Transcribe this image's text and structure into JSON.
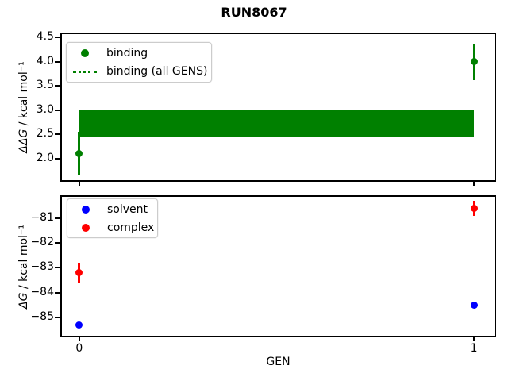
{
  "title": "RUN8067",
  "colors": {
    "binding_green": "#008000",
    "solvent_blue": "#0000ff",
    "complex_red": "#ff0000",
    "axis_black": "#000000",
    "legend_border": "#cccccc"
  },
  "legend_top": {
    "items": [
      {
        "label": "binding",
        "icon": "dot",
        "color": "#008000"
      },
      {
        "label": "binding (all GENS)",
        "icon": "dotted-line",
        "color": "#008000"
      }
    ]
  },
  "legend_bottom": {
    "items": [
      {
        "label": "solvent",
        "icon": "dot",
        "color": "#0000ff"
      },
      {
        "label": "complex",
        "icon": "dot",
        "color": "#ff0000"
      }
    ]
  },
  "chart_data": [
    {
      "type": "scatter",
      "title": "RUN8067",
      "ylabel": "ΔΔG / kcal mol⁻¹",
      "ylabel_math": "ΔΔG",
      "ylabel_rest": " / kcal mol⁻¹",
      "xlabel": "",
      "xlim": [
        -0.044,
        1.052
      ],
      "ylim": [
        1.55,
        4.57
      ],
      "grid": false,
      "legend_position": "upper left",
      "yticks": {
        "values": [
          2.0,
          2.5,
          3.0,
          3.5,
          4.0,
          4.5
        ],
        "labels": [
          "2.0",
          "2.5",
          "3.0",
          "3.5",
          "4.0",
          "4.5"
        ]
      },
      "xticks": {
        "values": [
          0,
          1
        ],
        "labels": [
          "",
          ""
        ]
      },
      "series": [
        {
          "name": "binding",
          "color": "#008000",
          "marker": "circle",
          "x": [
            0,
            1
          ],
          "y": [
            2.1,
            4.0
          ],
          "yerr": [
            0.45,
            0.38
          ]
        }
      ],
      "band": {
        "name": "binding (all GENS)",
        "color": "#008000",
        "x": [
          0,
          1
        ],
        "ymin": 2.45,
        "ymax": 3.0
      }
    },
    {
      "type": "scatter",
      "title": "",
      "ylabel": "ΔG / kcal mol⁻¹",
      "ylabel_math": "ΔG",
      "ylabel_rest": " / kcal mol⁻¹",
      "xlabel": "GEN",
      "xlim": [
        -0.044,
        1.052
      ],
      "ylim": [
        -85.74,
        -80.14
      ],
      "grid": false,
      "legend_position": "upper left",
      "yticks": {
        "values": [
          -85,
          -84,
          -83,
          -82,
          -81
        ],
        "labels": [
          "−85",
          "−84",
          "−83",
          "−82",
          "−81"
        ]
      },
      "xticks": {
        "values": [
          0,
          1
        ],
        "labels": [
          "0",
          "1"
        ]
      },
      "series": [
        {
          "name": "solvent",
          "color": "#0000ff",
          "marker": "circle",
          "x": [
            0,
            1
          ],
          "y": [
            -85.3,
            -84.5
          ],
          "yerr": [
            0.05,
            0.05
          ]
        },
        {
          "name": "complex",
          "color": "#ff0000",
          "marker": "circle",
          "x": [
            0,
            1
          ],
          "y": [
            -83.2,
            -80.6
          ],
          "yerr": [
            0.4,
            0.3
          ]
        }
      ]
    }
  ]
}
